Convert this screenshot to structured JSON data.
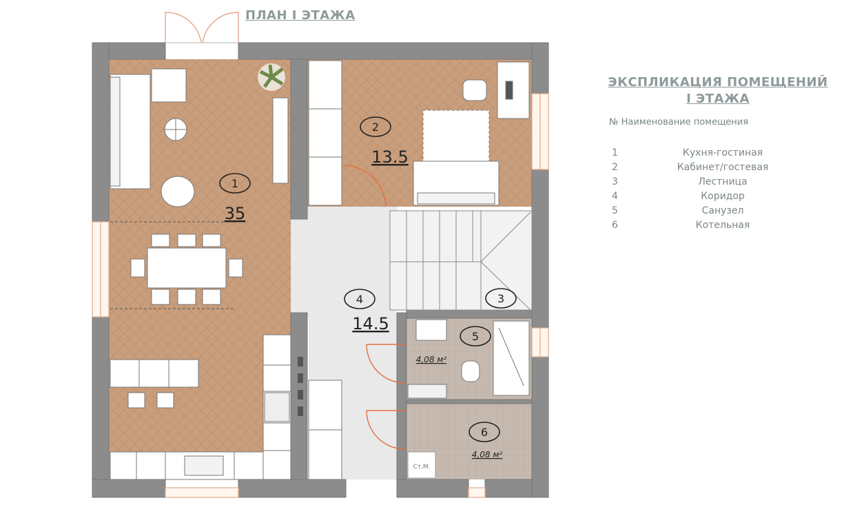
{
  "plan_title": "ПЛАН I ЭТАЖА",
  "rooms": [
    {
      "number": "1",
      "area": "35"
    },
    {
      "number": "2",
      "area": "13.5"
    },
    {
      "number": "3",
      "area": ""
    },
    {
      "number": "4",
      "area": "14.5"
    },
    {
      "number": "5",
      "area": "4,08 м²"
    },
    {
      "number": "6",
      "area": "4,08 м²"
    }
  ],
  "boiler_label": "Ст.М.",
  "explication": {
    "title_line1": "ЭКСПЛИКАЦИЯ ПОМЕЩЕНИЙ",
    "title_line2": "I ЭТАЖА",
    "header": "№  Наименование помещения",
    "items": [
      {
        "num": "1",
        "name": "Кухня-гостиная"
      },
      {
        "num": "2",
        "name": "Кабинет/гостевая"
      },
      {
        "num": "3",
        "name": "Лестница"
      },
      {
        "num": "4",
        "name": "Коридор"
      },
      {
        "num": "5",
        "name": "Санузел"
      },
      {
        "num": "6",
        "name": "Котельная"
      }
    ]
  },
  "colors": {
    "wall": "#8c8c8c",
    "floor_wood": "#c79c7b",
    "corridor": "#e8e8e8",
    "tile": "#c2b5aa",
    "legend_text": "#7b8585"
  }
}
